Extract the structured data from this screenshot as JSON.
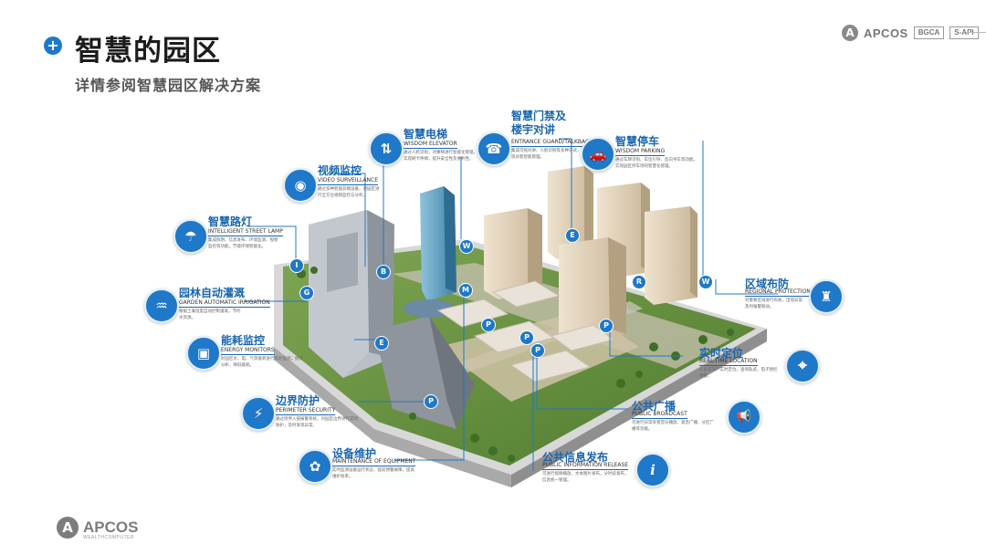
{
  "header": {
    "icon": "plus-circle-icon",
    "title": "智慧的园区",
    "subtitle": "详情参阅智慧园区解决方案"
  },
  "brand_top": {
    "logo_letter": "A",
    "name": "APCOS",
    "tags": [
      "BGCA",
      "S-API"
    ]
  },
  "brand_bottom": {
    "logo_letter": "A",
    "name": "APCOS",
    "sub": "WEALTHCOMPUTER"
  },
  "colors": {
    "accent": "#1f78c8",
    "title_blue": "#1a66b0",
    "ground_green": "#5f8a3a"
  },
  "callouts": [
    {
      "id": "elevator",
      "icon": "elevator-icon",
      "glyph": "⇅",
      "title": "智慧电梯",
      "en": "WISDOM ELEVATOR",
      "desc": "通过人脸识别，对乘梯进行智能化管理，实现刷卡呼梯，提升安全性及便利性。"
    },
    {
      "id": "access",
      "icon": "phone-icon",
      "glyph": "☎",
      "title": "智慧门禁及楼宇对讲",
      "en": "ENTRANCE GUARD/TALKBACK",
      "desc": "集成可视对讲、人脸识别等多种方式，实现访客智能管理。"
    },
    {
      "id": "parking",
      "icon": "car-icon",
      "glyph": "🚗",
      "title": "智慧停车",
      "en": "WISDOM PARKING",
      "desc": "通过车牌识别、车位引导、反向寻车等功能，实现园区停车场的智慧化管理。"
    },
    {
      "id": "video",
      "icon": "camera-icon",
      "glyph": "◉",
      "title": "视频监控",
      "en": "VIDEO SURVEILLANCE",
      "desc": "通过多种智能前端设备，对园区进行全方位视频监控与分析。"
    },
    {
      "id": "streetlamp",
      "icon": "lamp-icon",
      "glyph": "☂",
      "title": "智慧路灯",
      "en": "INTELLIGENT STREET LAMP",
      "desc": "集成照明、信息发布、环境监测、视频监控等功能，节能环保智能化。"
    },
    {
      "id": "irrigation",
      "icon": "sprinkler-icon",
      "glyph": "♒",
      "title": "园林自动灌溉",
      "en": "GARDEN AUTOMATIC IRRIGATION",
      "desc": "根据土壤湿度自动控制灌溉，节约水资源。"
    },
    {
      "id": "energy",
      "icon": "monitor-icon",
      "glyph": "▣",
      "title": "能耗监控",
      "en": "ENERGY MONITORS",
      "desc": "对园区水、电、气等能耗进行实时监测，统计分析，降低能耗。"
    },
    {
      "id": "perimeter",
      "icon": "tower-icon",
      "glyph": "⚡",
      "title": "边界防护",
      "en": "PERIMETER SECURITY",
      "desc": "通过周界入侵报警系统，对园区边界进行实时防护，及时发现异常。"
    },
    {
      "id": "maintenance",
      "icon": "wrench-icon",
      "glyph": "✿",
      "title": "设备维护",
      "en": "MAINTENANCE OF EQUIPMENT",
      "desc": "实时监测设备运行状态，提前预警故障，提高维护效率。"
    },
    {
      "id": "publicinfo",
      "icon": "info-icon",
      "glyph": "i",
      "title": "公共信息发布",
      "en": "PUBLIC INFORMATION RELEASE",
      "desc": "可进行视频播放、文本图片发布，分时段发布，信息统一管理。"
    },
    {
      "id": "broadcast",
      "icon": "megaphone-icon",
      "glyph": "📢",
      "title": "公共广播",
      "en": "PUBLIC BROADCAST",
      "desc": "可进行日常背景音乐播放、紧急广播、分区广播等功能。"
    },
    {
      "id": "location",
      "icon": "location-pin-icon",
      "glyph": "⌖",
      "title": "实时定位",
      "en": "REAL-TIME LOCATION",
      "desc": "人员或资产实时定位，查询轨迹，电子围栏预警。"
    },
    {
      "id": "regional",
      "icon": "guard-icon",
      "glyph": "♜",
      "title": "区域布防",
      "en": "REGIONAL PROTECTION",
      "desc": "对重要区域进行布防，出现异常及时报警联动。"
    }
  ],
  "markers": [
    "W",
    "E",
    "B",
    "I",
    "G",
    "M",
    "R",
    "W",
    "E",
    "P",
    "P",
    "P",
    "P",
    "P"
  ]
}
